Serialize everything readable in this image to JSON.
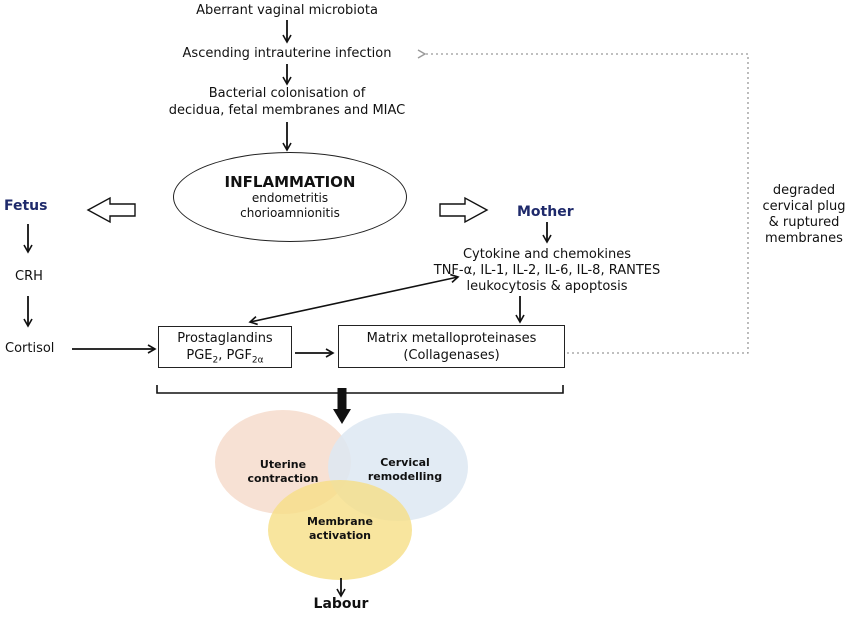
{
  "flow": {
    "step1": "Aberrant vaginal microbiota",
    "step2": "Ascending intrauterine infection",
    "step3_line1": "Bacterial colonisation of",
    "step3_line2": "decidua, fetal membranes and MIAC"
  },
  "inflammation": {
    "title": "INFLAMMATION",
    "line1": "endometritis",
    "line2": "chorioamnionitis"
  },
  "fetus": {
    "label": "Fetus",
    "crh": "CRH",
    "cortisol": "Cortisol"
  },
  "mother": {
    "label": "Mother",
    "line1": "Cytokine and chemokines",
    "line2": "TNF-α, IL-1, IL-2, IL-6, IL-8, RANTES",
    "line3": "leukocytosis & apoptosis"
  },
  "side_note": {
    "line1": "degraded",
    "line2": "cervical plug",
    "line3": "& ruptured",
    "line4": "membranes"
  },
  "prostaglandins": {
    "line1": "Prostaglandins",
    "pge_base": "PGE",
    "pge_sub": "2",
    "sep": ", ",
    "pgf_base": "PGF",
    "pgf_sub": "2α"
  },
  "mmp": {
    "line1": "Matrix metalloproteinases",
    "line2": "(Collagenases)"
  },
  "outcomes": {
    "uterine_line1": "Uterine",
    "uterine_line2": "contraction",
    "cervical_line1": "Cervical",
    "cervical_line2": "remodelling",
    "membrane_line1": "Membrane",
    "membrane_line2": "activation"
  },
  "final": "Labour",
  "colors": {
    "uterine": "#f6dccd",
    "cervical": "#dde7f2",
    "membrane": "#f6df86",
    "navy": "#1f2a6b",
    "dotted": "#999999"
  }
}
